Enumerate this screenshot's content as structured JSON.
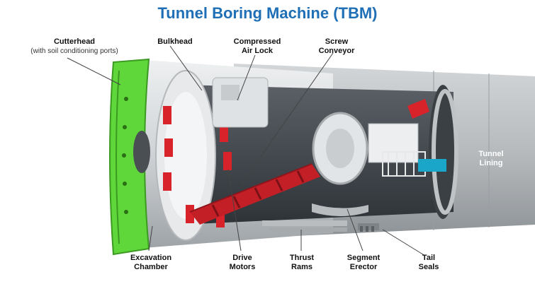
{
  "title": "Tunnel Boring Machine (TBM)",
  "labels": {
    "cutterhead": "Cutterhead",
    "cutterhead_note": "(with soil conditioning ports)",
    "bulkhead": "Bulkhead",
    "compressed_air_lock_1": "Compressed",
    "compressed_air_lock_2": "Air Lock",
    "screw_conveyor_1": "Screw",
    "screw_conveyor_2": "Conveyor",
    "tunnel_lining_1": "Tunnel",
    "tunnel_lining_2": "Lining",
    "excavation_chamber_1": "Excavation",
    "excavation_chamber_2": "Chamber",
    "drive_motors_1": "Drive",
    "drive_motors_2": "Motors",
    "thrust_rams_1": "Thrust",
    "thrust_rams_2": "Rams",
    "segment_erector_1": "Segment",
    "segment_erector_2": "Erector",
    "tail_seals_1": "Tail",
    "tail_seals_2": "Seals"
  },
  "colors": {
    "title": "#1f6fb6",
    "cutterhead": "#5fd63a",
    "motors": "#d8232a",
    "shell": "#cfd3d6",
    "lining": "#a9adb1",
    "accent_blue": "#1aa6c9"
  }
}
